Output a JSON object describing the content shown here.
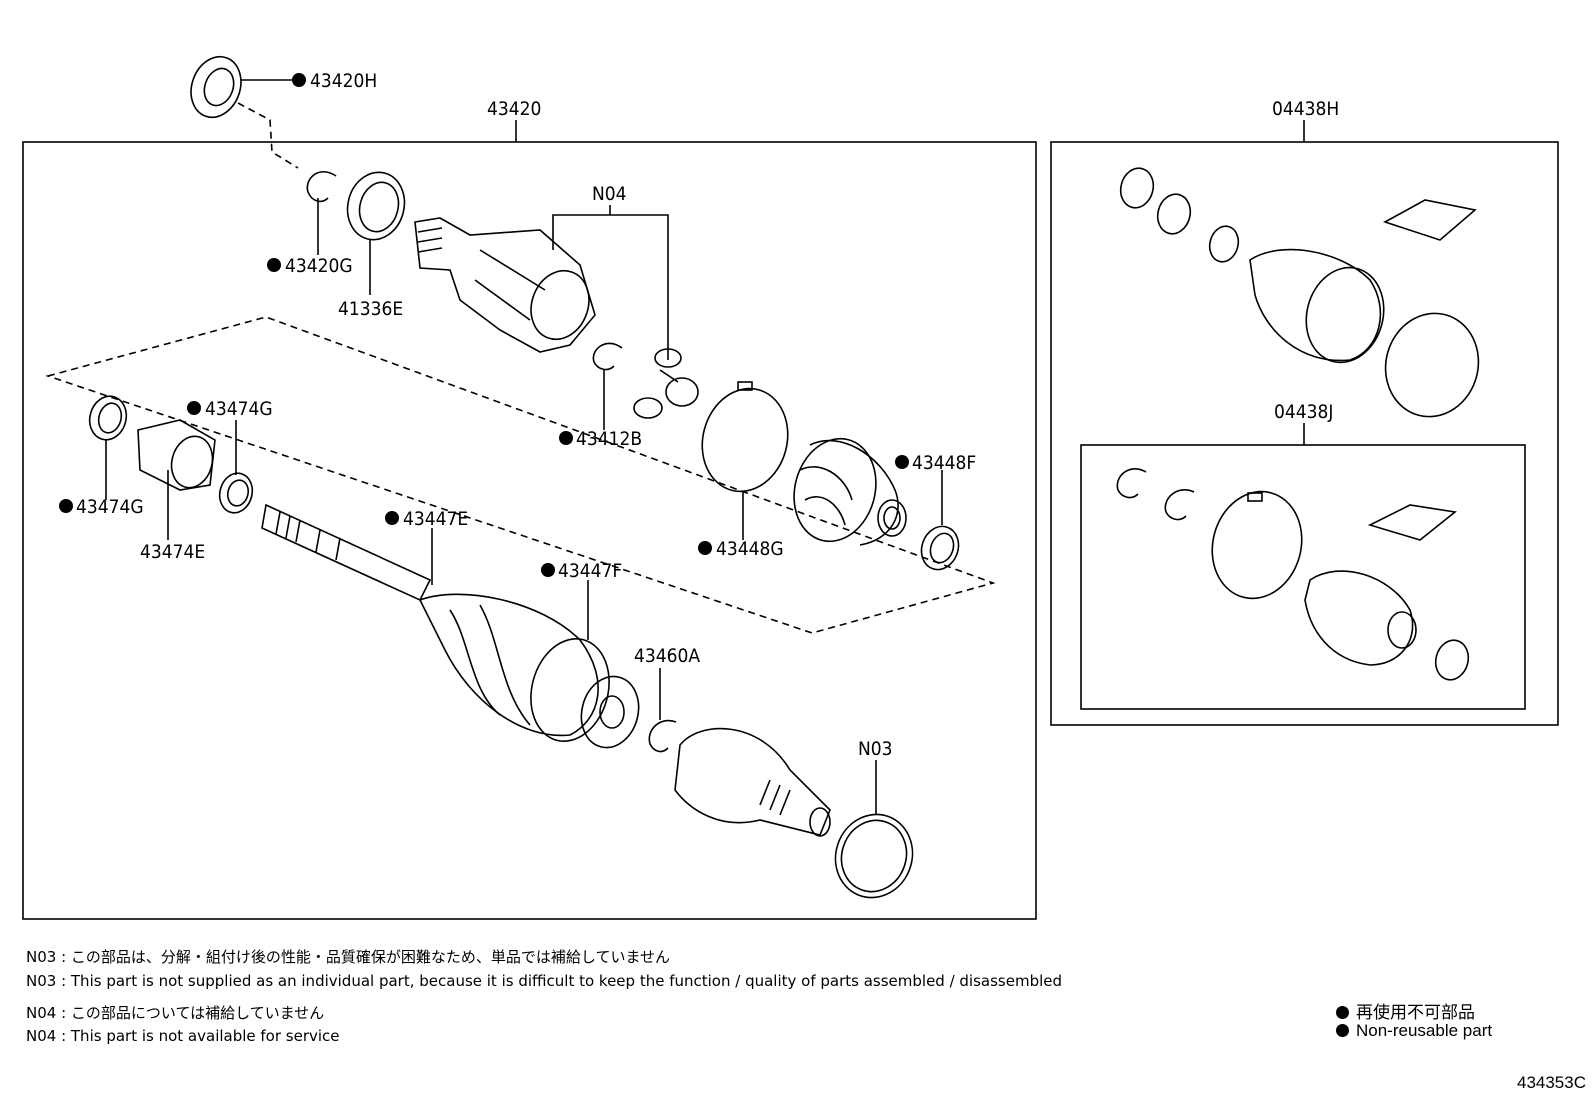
{
  "labels": {
    "p43420H": "43420H",
    "p43420": "43420",
    "p04438H": "04438H",
    "p04438J": "04438J",
    "n04": "N04",
    "n03": "N03",
    "p43420G": "43420G",
    "p41336E": "41336E",
    "p43474G_top": "43474G",
    "p43474G_left": "43474G",
    "p43474E": "43474E",
    "p43412B": "43412B",
    "p43448F": "43448F",
    "p43448G": "43448G",
    "p43447E": "43447E",
    "p43447F": "43447F",
    "p43460A": "43460A"
  },
  "notes": {
    "n03_jp": "N03 : この部品は、分解・組付け後の性能・品質確保が困難なため、単品では補給していません",
    "n03_en": "N03 : This part is not supplied as an individual part, because it is difficult to keep the function / quality of parts  assembled / disassembled",
    "n04_jp": "N04 : この部品については補給していません",
    "n04_en": "N04 : This part is not available for service"
  },
  "legend": {
    "jp": "再使用不可部品",
    "en": "Non-reusable part"
  },
  "reference_code": "434353C"
}
